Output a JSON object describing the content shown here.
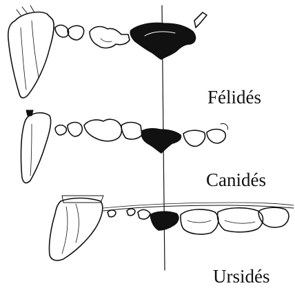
{
  "figure": {
    "labels": [
      {
        "id": "felides",
        "text": "Félidés"
      },
      {
        "id": "canides",
        "text": "Canidés"
      },
      {
        "id": "ursides",
        "text": "Ursidés"
      }
    ],
    "colors": {
      "ink": "#111111",
      "carnassial_fill": "#111111",
      "paper": "#ffffff"
    }
  }
}
